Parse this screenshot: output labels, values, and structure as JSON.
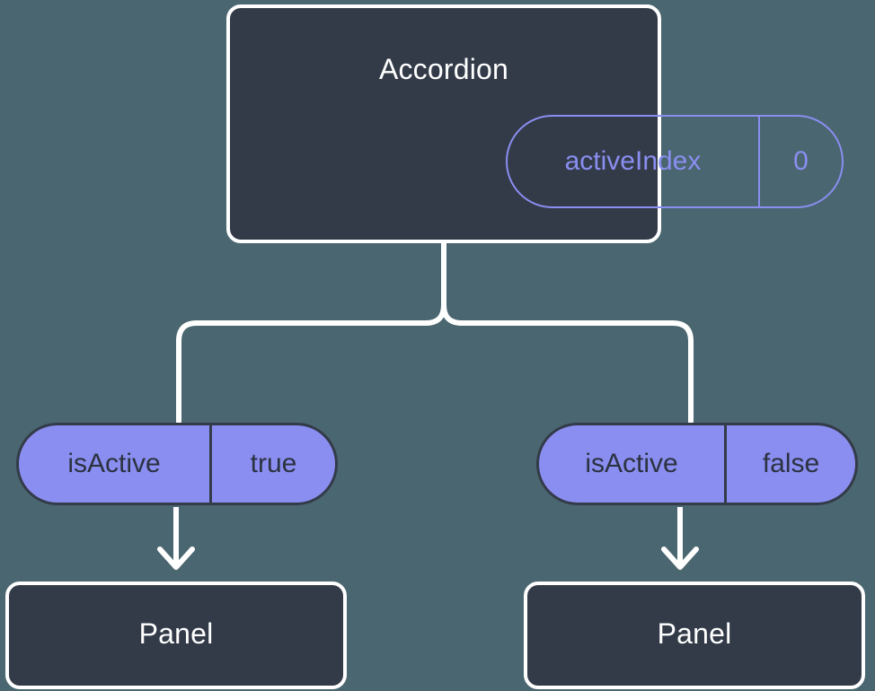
{
  "diagram": {
    "type": "component-state-flow",
    "background_color": "#4a6670",
    "node_fill_color": "#333b49",
    "node_border_color": "#ffffff",
    "accent_color": "#8a8ef0",
    "connector_color": "#ffffff"
  },
  "root": {
    "title": "Accordion",
    "state": {
      "key": "activeIndex",
      "value": "0"
    }
  },
  "branches": [
    {
      "prop": {
        "key": "isActive",
        "value": "true"
      },
      "child": {
        "title": "Panel"
      }
    },
    {
      "prop": {
        "key": "isActive",
        "value": "false"
      },
      "child": {
        "title": "Panel"
      }
    }
  ]
}
